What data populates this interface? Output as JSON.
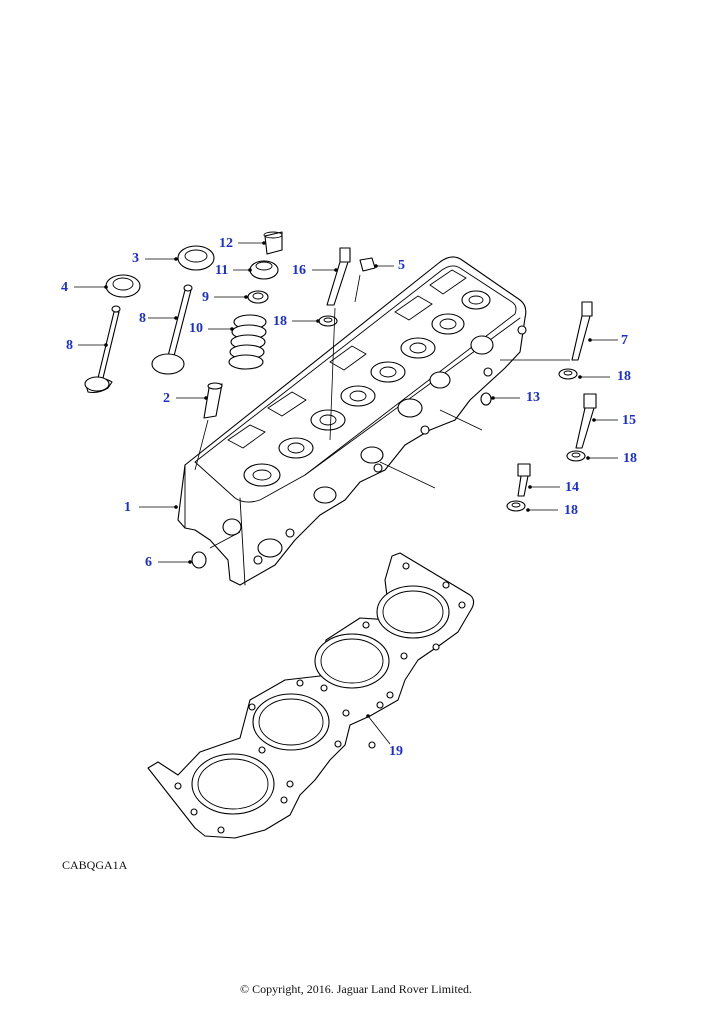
{
  "diagram": {
    "reference_code": "CABQGA1A",
    "copyright": "© Copyright, 2016. Jaguar Land Rover Limited.",
    "label_color": "#1b2fd0",
    "callouts": [
      {
        "id": "c1",
        "text": "1"
      },
      {
        "id": "c2",
        "text": "2"
      },
      {
        "id": "c3",
        "text": "3"
      },
      {
        "id": "c4",
        "text": "4"
      },
      {
        "id": "c5",
        "text": "5"
      },
      {
        "id": "c6",
        "text": "6"
      },
      {
        "id": "c7",
        "text": "7"
      },
      {
        "id": "c8a",
        "text": "8"
      },
      {
        "id": "c8b",
        "text": "8"
      },
      {
        "id": "c9",
        "text": "9"
      },
      {
        "id": "c10",
        "text": "10"
      },
      {
        "id": "c11",
        "text": "11"
      },
      {
        "id": "c12",
        "text": "12"
      },
      {
        "id": "c13",
        "text": "13"
      },
      {
        "id": "c14",
        "text": "14"
      },
      {
        "id": "c15",
        "text": "15"
      },
      {
        "id": "c16",
        "text": "16"
      },
      {
        "id": "c18a",
        "text": "18"
      },
      {
        "id": "c18b",
        "text": "18"
      },
      {
        "id": "c18c",
        "text": "18"
      },
      {
        "id": "c18d",
        "text": "18"
      },
      {
        "id": "c19",
        "text": "19"
      }
    ]
  }
}
